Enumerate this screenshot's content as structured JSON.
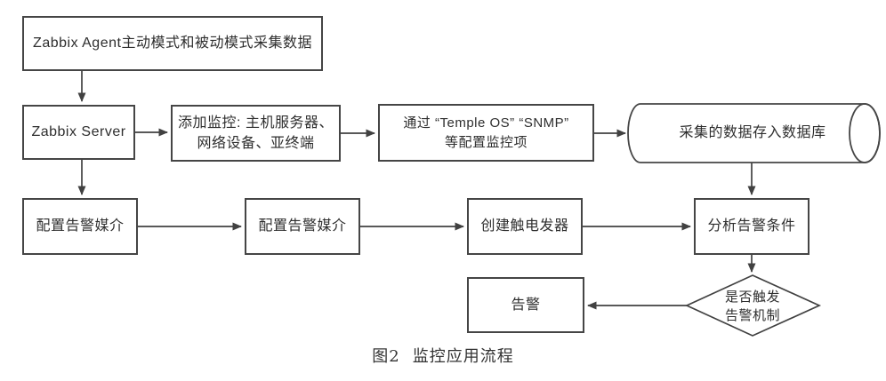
{
  "diagram": {
    "nodes": {
      "agent": "Zabbix Agent主动模式和被动模式采集数据",
      "server": "Zabbix Server",
      "add_monitor": "添加监控: 主机服务器、\n网络设备、亚终端",
      "config_items": "通过 “Temple OS” “SNMP”\n等配置监控项",
      "database": "采集的数据存入数据库",
      "media1": "配置告警媒介",
      "media2": "配置告警媒介",
      "create_trigger": "创建触电发器",
      "analyze": "分析告警条件",
      "decision": "是否触发\n告警机制",
      "alert": "告警"
    },
    "caption": {
      "label": "图2",
      "title": "监控应用流程"
    },
    "colors": {
      "line": "#414141",
      "border": "#454545",
      "text": "#2e2e2e",
      "background": "#ffffff"
    }
  }
}
